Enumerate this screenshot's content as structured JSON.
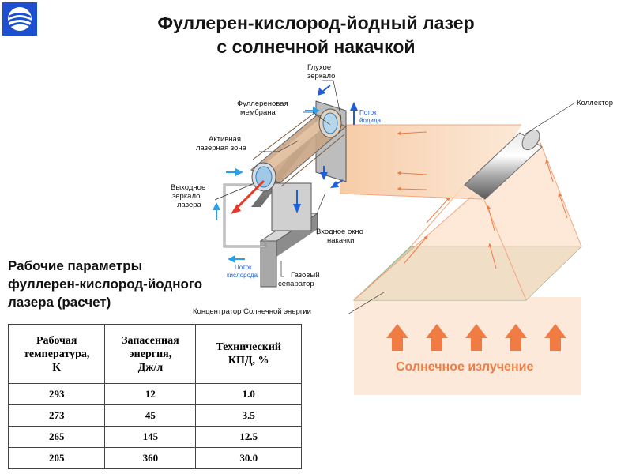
{
  "title": {
    "line1": "Фуллерен-кислород-йодный лазер",
    "line2": "с солнечной накачкой"
  },
  "logo": {
    "name": "logo-icon",
    "color": "#1d4fd0"
  },
  "labels": {
    "blind_mirror_1": "Глухое",
    "blind_mirror_2": "зеркало",
    "fullerene_membrane_1": "Фуллереновая",
    "fullerene_membrane_2": "мембрана",
    "active_zone_1": "Активная",
    "active_zone_2": "лазерная зона",
    "output_mirror_1": "Выходное",
    "output_mirror_2": "зеркало",
    "output_mirror_3": "лазера",
    "iodine_flow_1": "Поток",
    "iodine_flow_2": "йодида",
    "oxygen_flow_1": "Поток",
    "oxygen_flow_2": "кислорода",
    "pump_window_1": "Входное окно",
    "pump_window_2": "накачки",
    "gas_separator_1": "Газовый",
    "gas_separator_2": "сепаратор",
    "collector": "Коллектор",
    "concentrator": "Концентратор Солнечной энергии",
    "solar_radiation": "Солнечное излучение"
  },
  "params_heading": {
    "line1": "Рабочие параметры",
    "line2": "фуллерен-кислород-йодного",
    "line3": "лазера (расчет)"
  },
  "table": {
    "headers": [
      {
        "line1": "Рабочая",
        "line2": "температура,",
        "line3": "K"
      },
      {
        "line1": "Запасенная",
        "line2": "энергия,",
        "line3": "Дж/л"
      },
      {
        "line1": "Технический",
        "line2": "КПД, %",
        "line3": ""
      }
    ],
    "rows": [
      [
        "293",
        "12",
        "1.0"
      ],
      [
        "273",
        "45",
        "3.5"
      ],
      [
        "265",
        "145",
        "12.5"
      ],
      [
        "205",
        "360",
        "30.0"
      ]
    ]
  },
  "colors": {
    "sun_arrow": "#f07b43",
    "beam": "#f9d3b0",
    "concentrator": "#c5d3b3",
    "flow_blue": "#1f5fd6",
    "laser_red": "#e23b2a"
  }
}
